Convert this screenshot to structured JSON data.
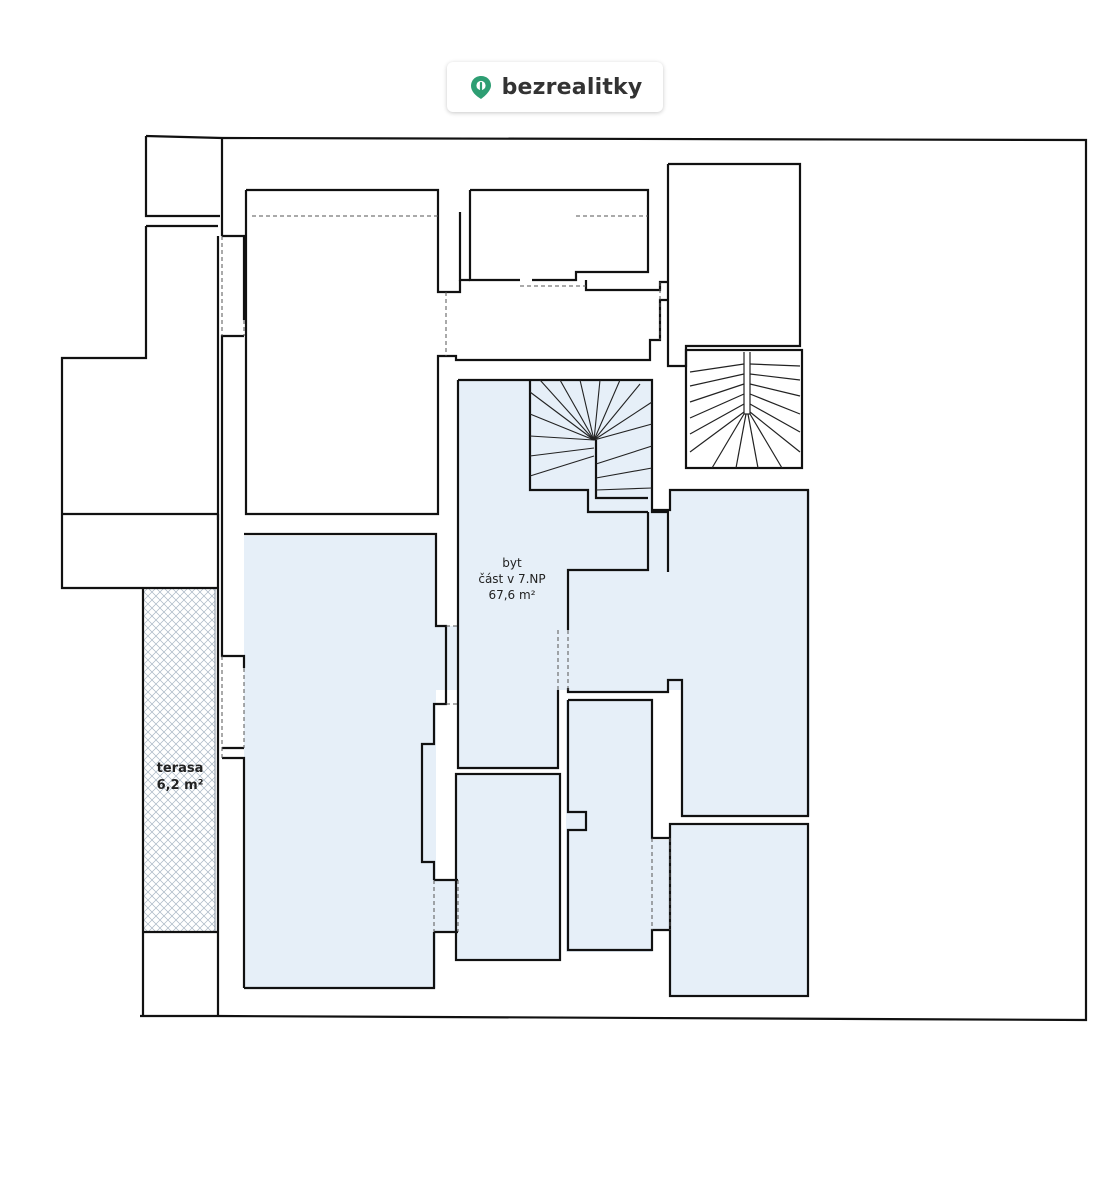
{
  "logo": {
    "text": "bezrealitky",
    "icon": "location-pin-icon",
    "color": "#2e9e73"
  },
  "plan": {
    "apartment": {
      "line1": "byt",
      "line2": "část v 7.NP",
      "line3": "67,6 m²"
    },
    "terrace": {
      "line1": "terasa",
      "line2": "6,2 m²"
    },
    "colors": {
      "apartment_fill": "#e6eff8",
      "walls": "#111111",
      "terrace_hatch": "#9aa9b8"
    }
  }
}
